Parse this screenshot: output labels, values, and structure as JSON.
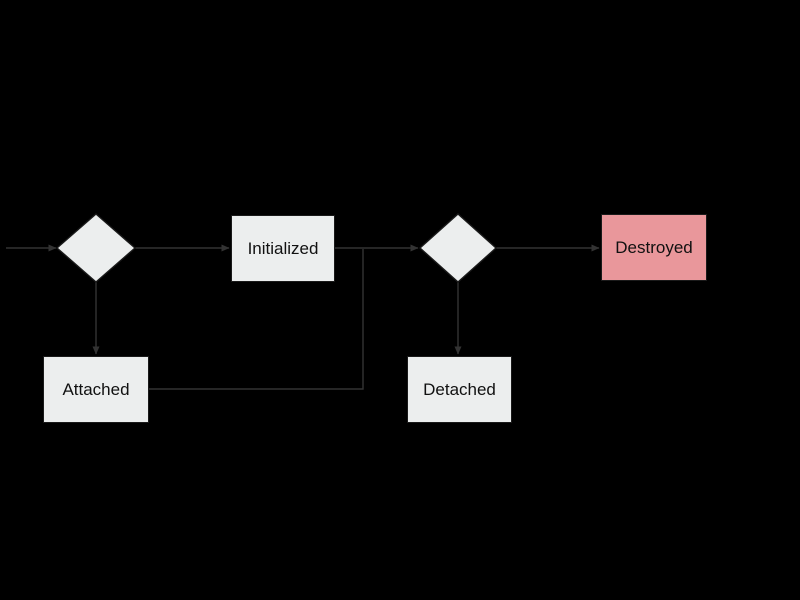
{
  "diagram": {
    "type": "flowchart",
    "background_color": "#000000",
    "edge_color": "#333333",
    "text_color": "#111111",
    "node_border_color": "#1a1a1a",
    "nodes": {
      "decision1": {
        "label": "",
        "shape": "diamond",
        "fill": "#eceeee"
      },
      "initialized": {
        "label": "Initialized",
        "shape": "rect",
        "fill": "#eceeee"
      },
      "attached": {
        "label": "Attached",
        "shape": "rect",
        "fill": "#eceeee"
      },
      "decision2": {
        "label": "",
        "shape": "diamond",
        "fill": "#eceeee"
      },
      "detached": {
        "label": "Detached",
        "shape": "rect",
        "fill": "#eceeee"
      },
      "destroyed": {
        "label": "Destroyed",
        "shape": "rect",
        "fill": "#e9979b"
      }
    },
    "edges": [
      {
        "from": "start",
        "to": "decision1",
        "arrow": true
      },
      {
        "from": "decision1",
        "to": "initialized",
        "arrow": true
      },
      {
        "from": "decision1",
        "to": "attached",
        "arrow": true
      },
      {
        "from": "initialized",
        "to": "decision2",
        "arrow": true
      },
      {
        "from": "attached",
        "to": "decision2",
        "arrow": false
      },
      {
        "from": "decision2",
        "to": "detached",
        "arrow": true
      },
      {
        "from": "decision2",
        "to": "destroyed",
        "arrow": true
      }
    ]
  }
}
